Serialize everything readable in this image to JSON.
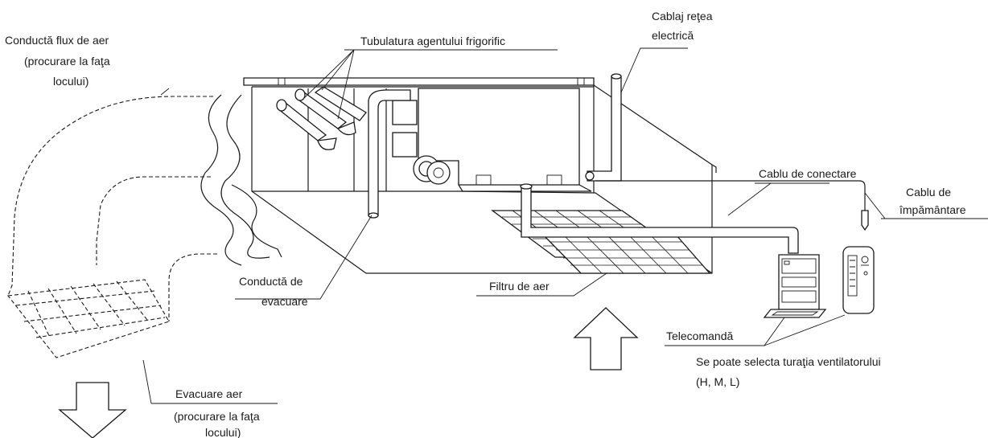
{
  "labels": {
    "duct_line1": "Conductă flux de aer",
    "duct_line2": "(procurare la faţa",
    "duct_line3": "locului)",
    "refrigerant": "Tubulatura agentului frigorific",
    "power_line1": "Cablaj reţea",
    "power_line2": "electrică",
    "connecting_cable": "Cablu de conectare",
    "ground_line1": "Cablu de",
    "ground_line2": "împământare",
    "drain_line1": "Conductă de",
    "drain_line2": "evacuare",
    "filter": "Filtru de aer",
    "remote": "Telecomandă",
    "fan_line1": "Se poate selecta turaţia ventilatorului",
    "fan_line2": "(H, M, L)",
    "exhaust_line1": "Evacuare aer",
    "exhaust_line2": "(procurare la faţa",
    "exhaust_line3": "locului)"
  }
}
